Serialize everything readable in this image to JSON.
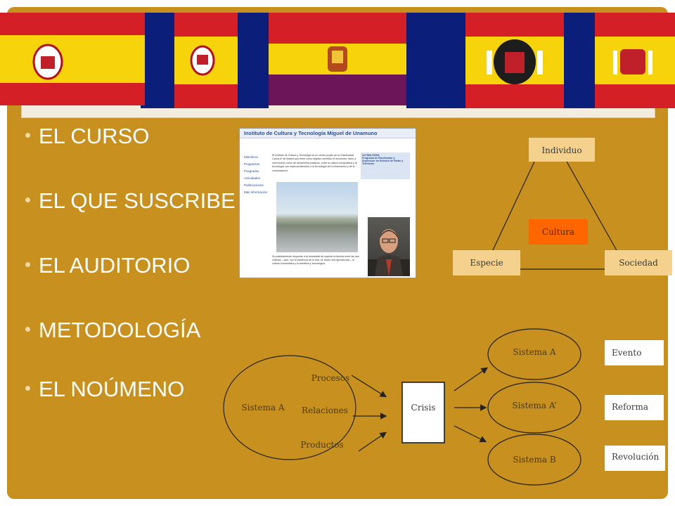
{
  "bullets": [
    "EL CURSO",
    "EL QUE SUSCRIBE",
    "EL AUDITORIO",
    "METODOLOGÍA",
    "EL NOÚMENO"
  ],
  "website": {
    "title": "Instituto de Cultura y Tecnología Miguel de Unamuno",
    "menu": [
      "Miembros",
      "Programas",
      "Posgrados",
      "Actividades",
      "Publicaciones",
      "Más información"
    ],
    "intro": "El Instituto de Cultura y Tecnología es un centro propio de la Universidad Carlos III de Madrid que tiene como objetivo científico el encuentro, tanto a nivel teórico como de desarrollos prácticos, entre la cultura humanística y la tecnología, con especial atención a la tecnología de la información y de la comunicación.",
    "sidebar_title": "ULTIMA HORA",
    "sidebar_text": "Programa de Planificador y Supervisor de Emisión de Radio y Televisión",
    "caption": "Su planteamiento responde a la necesidad de superar la brecha entre las dos culturas —que, con la evidencia de la otra, se hacen dos ignorancias— la cultura humanística y la científica y tecnológica."
  },
  "triangle": {
    "top": "Individuo",
    "left": "Especie",
    "right": "Sociedad",
    "center": "Cultura",
    "colors": {
      "node": "#f4d28e",
      "center": "#ff6600"
    }
  },
  "crisis_diagram": {
    "source": "Sistema A",
    "inputs": [
      "Procesos",
      "Relaciones",
      "Productos"
    ],
    "crisis": "Crisis",
    "outcomes": [
      "Sistema A",
      "Sistema A’",
      "Sistema B"
    ],
    "types": [
      "Evento",
      "Reforma",
      "Revolución"
    ]
  },
  "colors": {
    "background": "#c8901e",
    "title_box": "#f4ecdf"
  }
}
